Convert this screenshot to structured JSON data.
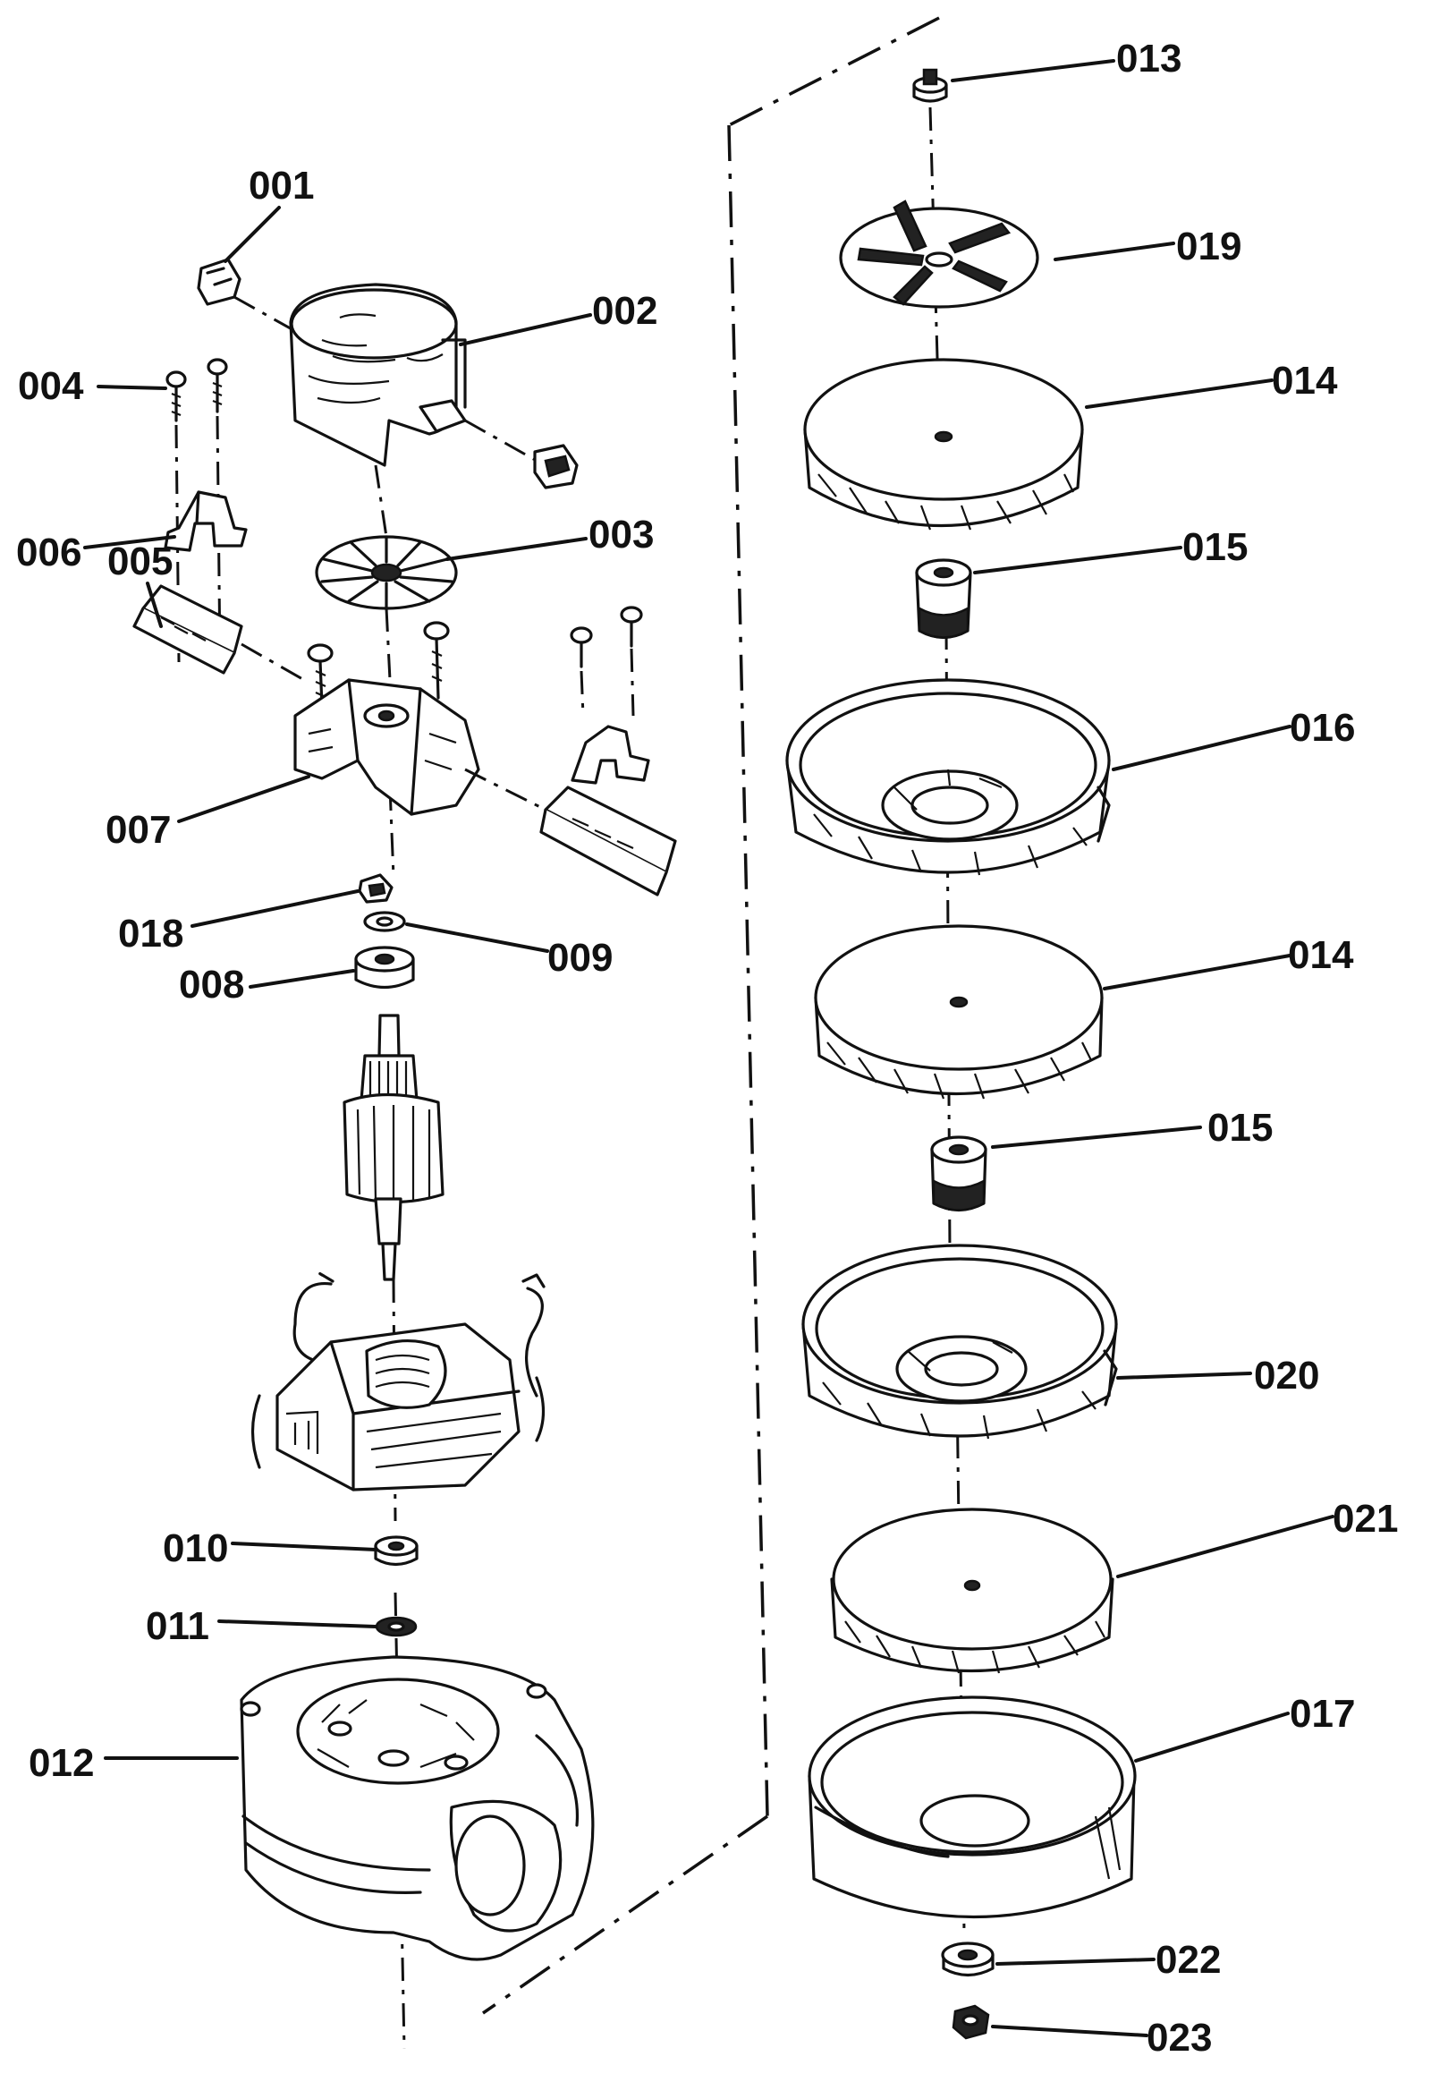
{
  "parts": [
    {
      "id": "p001",
      "label": "001"
    },
    {
      "id": "p002",
      "label": "002"
    },
    {
      "id": "p003",
      "label": "003"
    },
    {
      "id": "p004",
      "label": "004"
    },
    {
      "id": "p005",
      "label": "005"
    },
    {
      "id": "p006",
      "label": "006"
    },
    {
      "id": "p007",
      "label": "007"
    },
    {
      "id": "p008",
      "label": "008"
    },
    {
      "id": "p009",
      "label": "009"
    },
    {
      "id": "p010",
      "label": "010"
    },
    {
      "id": "p011",
      "label": "011"
    },
    {
      "id": "p012",
      "label": "012"
    },
    {
      "id": "p013",
      "label": "013"
    },
    {
      "id": "p014a",
      "label": "014"
    },
    {
      "id": "p014b",
      "label": "014"
    },
    {
      "id": "p015a",
      "label": "015"
    },
    {
      "id": "p015b",
      "label": "015"
    },
    {
      "id": "p016",
      "label": "016"
    },
    {
      "id": "p017",
      "label": "017"
    },
    {
      "id": "p018",
      "label": "018"
    },
    {
      "id": "p019",
      "label": "019"
    },
    {
      "id": "p020",
      "label": "020"
    },
    {
      "id": "p021",
      "label": "021"
    },
    {
      "id": "p022",
      "label": "022"
    },
    {
      "id": "p023",
      "label": "023"
    }
  ]
}
